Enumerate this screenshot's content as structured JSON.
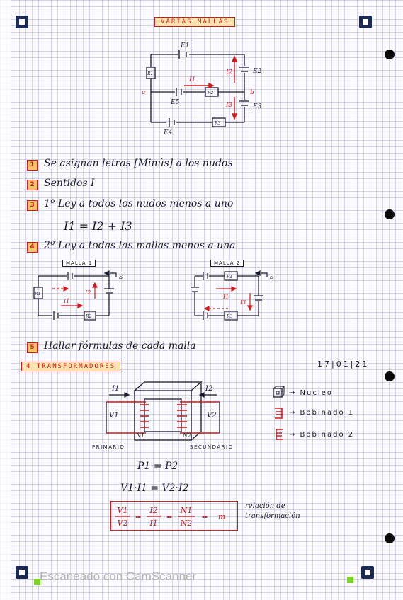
{
  "header": {
    "title": "VARIAS MALLAS"
  },
  "circuit": {
    "labels": {
      "e1": "E1",
      "e2": "E2",
      "e3": "E3",
      "e4": "E4",
      "e5": "E5",
      "r1": "R1",
      "r2": "R2",
      "r3": "R3",
      "i1": "I1",
      "i2": "I2",
      "i3": "I3",
      "node_a": "a",
      "node_b": "b"
    }
  },
  "steps": [
    {
      "num": "1",
      "text": "Se asignan letras [Minús] a los nudos"
    },
    {
      "num": "2",
      "text": "Sentidos I"
    },
    {
      "num": "3",
      "text": "1º Ley   a todos los nudos menos a uno"
    },
    {
      "num": "4",
      "text": "2º Ley   a todas las mallas menos a una"
    },
    {
      "num": "5",
      "text": "Hallar fórmulas de cada malla"
    }
  ],
  "kcl": {
    "equation": "I1 = I2 + I3"
  },
  "mesh1": {
    "label": "MALLA 1",
    "s": "S",
    "r1": "R1",
    "r2": "R2",
    "i1": "I1",
    "i2": "I2"
  },
  "mesh2": {
    "label": "MALLA 2",
    "s": "S",
    "r1": "R1",
    "r3": "R3",
    "i1": "I1",
    "i3": "I3"
  },
  "section": {
    "num": "4",
    "title": "TRANSFORMADORES",
    "date": "17|01|21"
  },
  "transformer": {
    "i1": "I1",
    "i2": "I2",
    "v1": "V1",
    "v2": "V2",
    "n1": "N1",
    "n2": "N2",
    "primary": "PRIMARIO",
    "secondary": "SECUNDARIO"
  },
  "legend": [
    {
      "text": "→ Nucleo",
      "icon": "core-icon"
    },
    {
      "text": "→ Bobinado 1",
      "icon": "coil1-icon"
    },
    {
      "text": "→ Bobinado 2",
      "icon": "coil2-icon"
    }
  ],
  "equations": {
    "power": "P1 = P2",
    "vi": "V1·I1 = V2·I2",
    "v1": "V1",
    "v2": "V2",
    "i2": "I2",
    "i1": "I1",
    "n1": "N1",
    "n2": "N2",
    "eq": "=",
    "m": "m",
    "relation": "relación de",
    "relation2": "transformación"
  },
  "footer": {
    "watermark": "Escaneado con CamScanner"
  },
  "colors": {
    "ink": "#1a1a2e",
    "red": "#cc1d1d",
    "grid": "#8c82c8",
    "badge": "#f7c56a"
  }
}
